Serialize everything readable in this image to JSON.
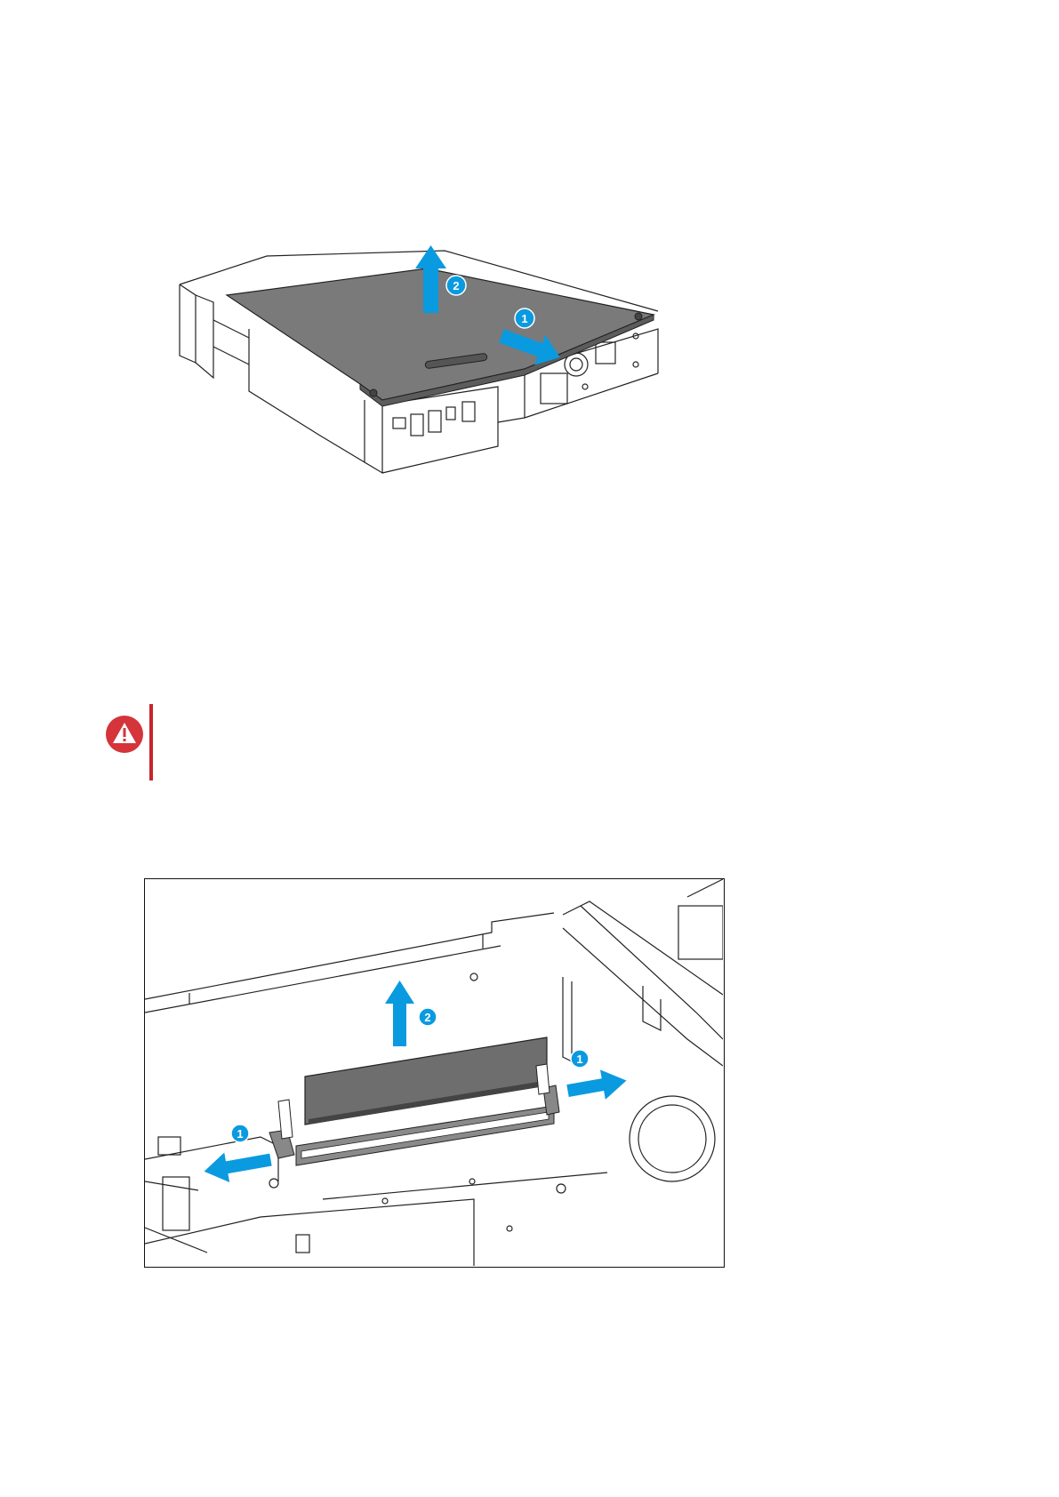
{
  "figure_cover": {
    "step_1_number": "1",
    "step_2_number": "2",
    "arrow_color": "#0a9ae0"
  },
  "warning": {
    "icon": "warning-triangle-icon",
    "accent_color": "#c8242b"
  },
  "figure_memory": {
    "step_1_number": "1",
    "step_1b_number": "1",
    "step_2_number": "2",
    "arrow_color": "#0a9ae0"
  }
}
